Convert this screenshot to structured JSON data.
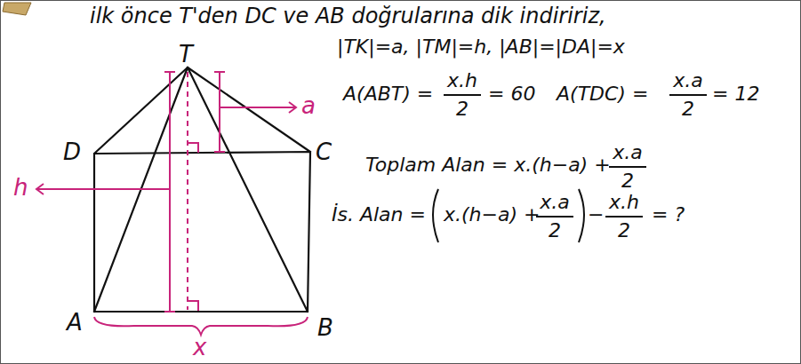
{
  "diagram": {
    "labels": [
      "ilk önce T'den DC ve AB doğrularına dik indiririz,",
      "|TK|=a, |TM|=h, |AB|=|DA|=x",
      "A(ABT) =",
      "x.h",
      "2",
      "= 60",
      "A(TDC) =",
      "x.a",
      "2",
      "= 12",
      "Toplam Alan = x.(h−a) +",
      "x.a",
      "2",
      "İs. Alan =",
      "x.(h−a) +",
      "x.a",
      "2",
      "−",
      "x.h",
      "2",
      "= ?",
      "T",
      "D",
      "C",
      "A",
      "B",
      "a",
      "h",
      "x"
    ]
  }
}
